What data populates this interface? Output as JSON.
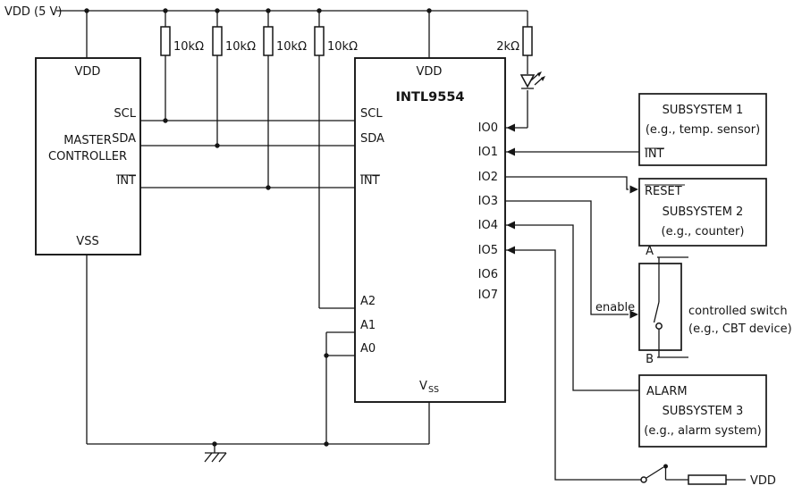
{
  "power": {
    "rail_label": "VDD (5 V)",
    "pullup_value": "10kΩ",
    "led_resistor_value": "2kΩ",
    "button_rail_label": "VDD"
  },
  "master_controller": {
    "pin_vdd": "VDD",
    "name_line1": "MASTER",
    "name_line2": "CONTROLLER",
    "pin_scl": "SCL",
    "pin_sda": "SDA",
    "pin_int": "INT",
    "pin_vss": "VSS"
  },
  "io_expander": {
    "name": "INTL9554",
    "pin_vdd": "VDD",
    "pin_scl": "SCL",
    "pin_sda": "SDA",
    "pin_int": "INT",
    "pin_a2": "A2",
    "pin_a1": "A1",
    "pin_a0": "A0",
    "pin_vss_letter": "V",
    "pin_vss_subscript": "SS",
    "io_pins": [
      "IO0",
      "IO1",
      "IO2",
      "IO3",
      "IO4",
      "IO5",
      "IO6",
      "IO7"
    ]
  },
  "subsystem1": {
    "title": "SUBSYSTEM 1",
    "subtitle": "(e.g., temp. sensor)",
    "pin_int": "INT"
  },
  "subsystem2": {
    "pin_reset": "RESET",
    "title": "SUBSYSTEM 2",
    "subtitle": "(e.g., counter)"
  },
  "controlled_switch": {
    "terminal_a": "A",
    "terminal_b": "B",
    "enable_label": "enable",
    "caption_line1": "controlled switch",
    "caption_line2": "(e.g., CBT device)"
  },
  "subsystem3": {
    "title_line1": "ALARM",
    "title_line2": "SUBSYSTEM 3",
    "subtitle": "(e.g., alarm system)"
  }
}
